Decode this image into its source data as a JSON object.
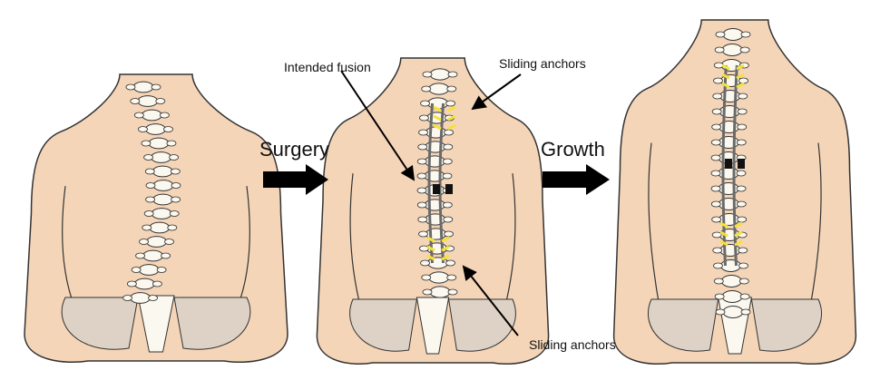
{
  "header": {
    "text": "",
    "color": "#1f4e79"
  },
  "colors": {
    "skin": "#f5d5b8",
    "outline": "#333333",
    "bone": "#fbf8ef",
    "hip": "#ddd2c5",
    "rod": "#6a6a6a",
    "screw": "#f3e23c",
    "connector": "#111111",
    "arrow": "#000000"
  },
  "steps": {
    "surgery": "Surgery",
    "growth": "Growth"
  },
  "annotations": {
    "intended_fusion": "Intended fusion",
    "sliding_anchors_top": "Sliding anchors",
    "sliding_anchors_bottom": "Sliding anchors"
  },
  "figures": [
    {
      "name": "pre-op-scoliotic-spine",
      "rods": false
    },
    {
      "name": "post-op-spine",
      "rods": true
    },
    {
      "name": "grown-spine",
      "rods": true
    }
  ]
}
